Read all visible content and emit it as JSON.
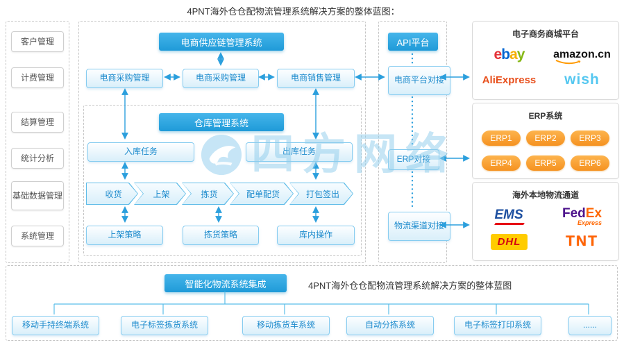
{
  "title": "4PNT海外仓仓配物流管理系统解决方案的整体蓝图：",
  "watermark": "四方网络",
  "left_sidebar": {
    "items": [
      "客户管理",
      "计费管理",
      "结算管理",
      "统计分析",
      "基础数据管理",
      "系统管理"
    ]
  },
  "supply_chain": {
    "header": "电商供应链管理系统",
    "modules": [
      "电商采购管理",
      "电商采购管理",
      "电商销售管理"
    ]
  },
  "wms": {
    "header": "仓库管理系统",
    "inbound_task": "入库任务",
    "outbound_task": "出库任务",
    "flow": [
      "收货",
      "上架",
      "拣货",
      "配单配货",
      "打包签出"
    ],
    "strategies": [
      "上架策略",
      "拣货策略",
      "库内操作"
    ]
  },
  "api": {
    "platform": "API平台",
    "links": [
      "电商平台对接",
      "ERP对接",
      "物流渠道对接"
    ]
  },
  "panels": {
    "ecommerce": {
      "title": "电子商务商城平台",
      "ebay_letters": [
        "e",
        "b",
        "a",
        "y"
      ],
      "amazon": "amazon.cn",
      "aliexpress": "AliExpress",
      "wish": "wish"
    },
    "erp": {
      "title": "ERP系统",
      "badges": [
        "ERP1",
        "ERP2",
        "ERP3",
        "ERP4",
        "ERP5",
        "ERP6"
      ]
    },
    "logistics": {
      "title": "海外本地物流通道",
      "ems": "EMS",
      "fedex_parts": [
        "Fed",
        "Ex"
      ],
      "fedex_sub": "Express",
      "dhl": "DHL",
      "tnt": "TNT"
    }
  },
  "bottom": {
    "header": "智能化物流系统集成",
    "caption": "4PNT海外仓仓配物流管理系统解决方案的整体蓝图",
    "systems": [
      "移动手持终端系统",
      "电子标签拣货系统",
      "移动拣货车系统",
      "自动分拣系统",
      "电子标签打印系统",
      "......"
    ]
  },
  "colors": {
    "accent_blue": "#2b9fdd",
    "header_blue": "#2faae3",
    "light_box_border": "#86ccf0",
    "light_box_text": "#1d8bcd",
    "erp_orange": "#f7a02b",
    "dhl_yellow": "#ffcc00",
    "fedex_purple": "#4d148c",
    "fedex_orange": "#ff6600"
  }
}
